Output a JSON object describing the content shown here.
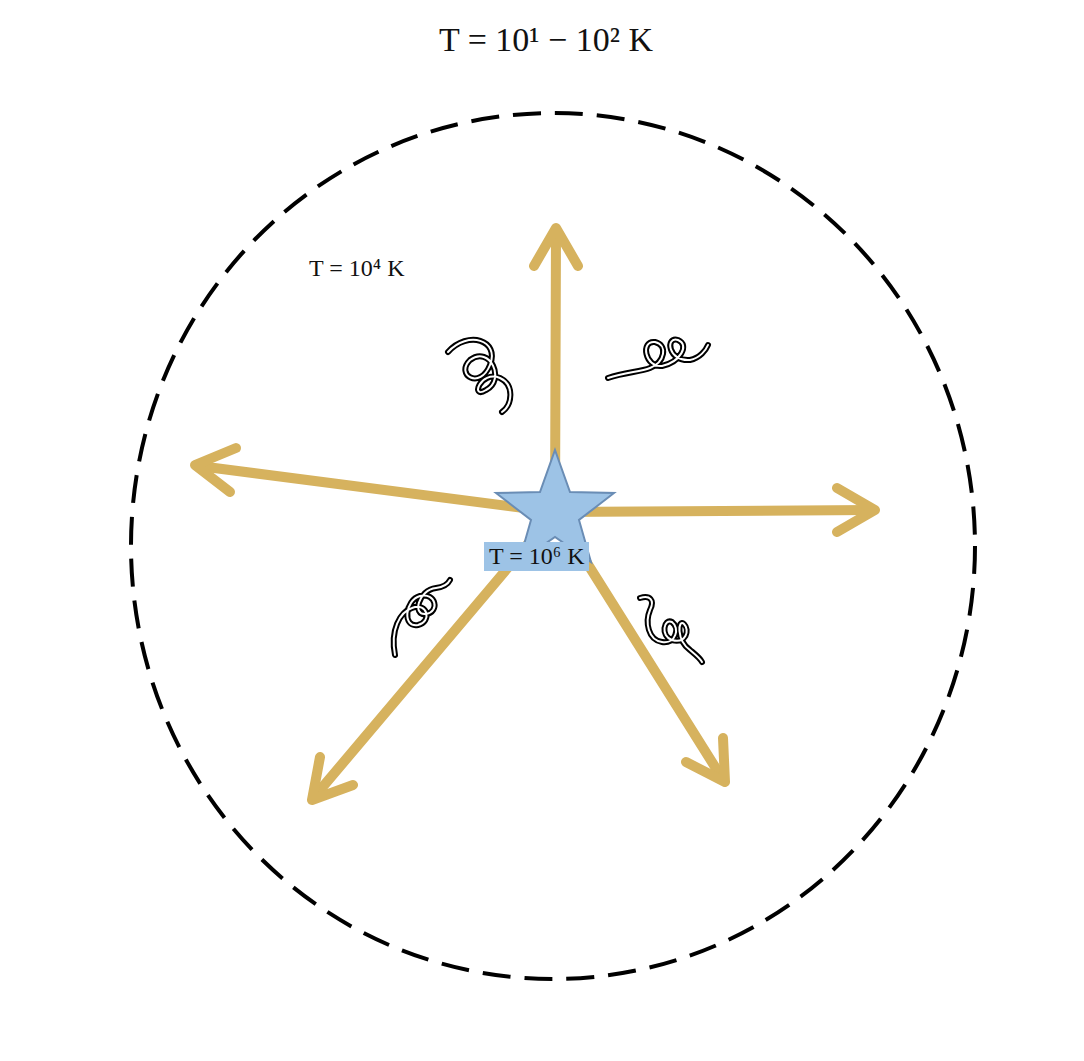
{
  "diagram": {
    "nodes": [
      {
        "text": [
          "T = 10¹ − 10² K"
        ]
      },
      {
        "text": [
          "T = 10⁴ K"
        ],
        "in": 0
      },
      {
        "text": [
          "T = 10⁶ K"
        ],
        "in": 1
      }
    ]
  }
}
